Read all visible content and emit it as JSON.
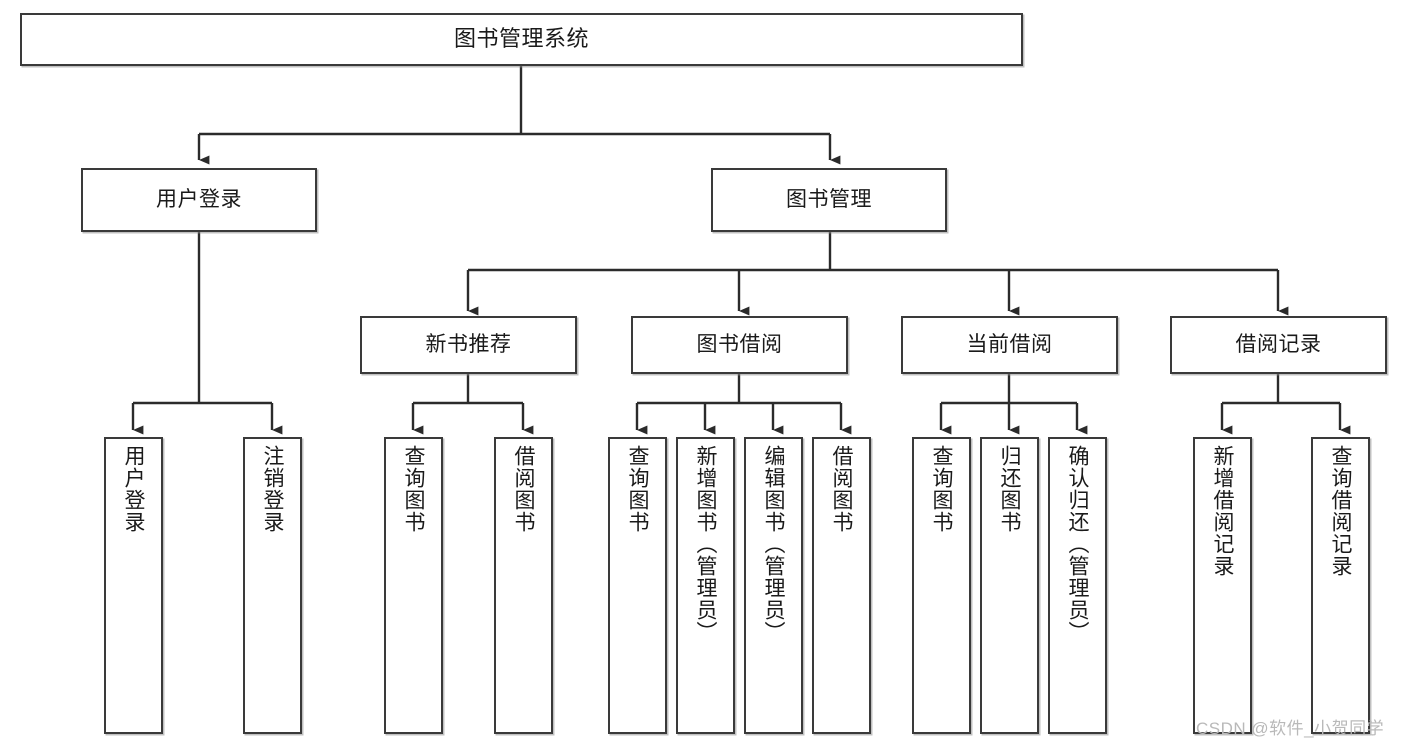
{
  "diagram": {
    "title": "图书管理系统",
    "watermark": "CSDN @软件_小贺同学",
    "colors": {
      "box_border": "#3a3a3a",
      "box_fill": "#ffffff",
      "line": "#2b2b2b",
      "text": "#1a1a1a",
      "watermark": "#b9b9b9"
    },
    "levels": {
      "root": {
        "label": "图书管理系统"
      },
      "level2": [
        {
          "label": "用户登录"
        },
        {
          "label": "图书管理"
        }
      ],
      "level3": [
        {
          "label": "新书推荐"
        },
        {
          "label": "图书借阅"
        },
        {
          "label": "当前借阅"
        },
        {
          "label": "借阅记录"
        }
      ],
      "leaves": [
        {
          "label": "用户登录"
        },
        {
          "label": "注销登录"
        },
        {
          "label": "查询图书"
        },
        {
          "label": "借阅图书"
        },
        {
          "label": "查询图书"
        },
        {
          "label": "新增图书（管理员）"
        },
        {
          "label": "编辑图书（管理员）"
        },
        {
          "label": "借阅图书"
        },
        {
          "label": "查询图书"
        },
        {
          "label": "归还图书"
        },
        {
          "label": "确认归还（管理员）"
        },
        {
          "label": "新增借阅记录"
        },
        {
          "label": "查询借阅记录"
        }
      ]
    },
    "tree": {
      "图书管理系统": [
        "用户登录",
        "图书管理"
      ],
      "用户登录": [
        "用户登录",
        "注销登录"
      ],
      "图书管理": [
        "新书推荐",
        "图书借阅",
        "当前借阅",
        "借阅记录"
      ],
      "新书推荐": [
        "查询图书",
        "借阅图书"
      ],
      "图书借阅": [
        "查询图书",
        "新增图书（管理员）",
        "编辑图书（管理员）",
        "借阅图书"
      ],
      "当前借阅": [
        "查询图书",
        "归还图书",
        "确认归还（管理员）"
      ],
      "借阅记录": [
        "新增借阅记录",
        "查询借阅记录"
      ]
    }
  }
}
